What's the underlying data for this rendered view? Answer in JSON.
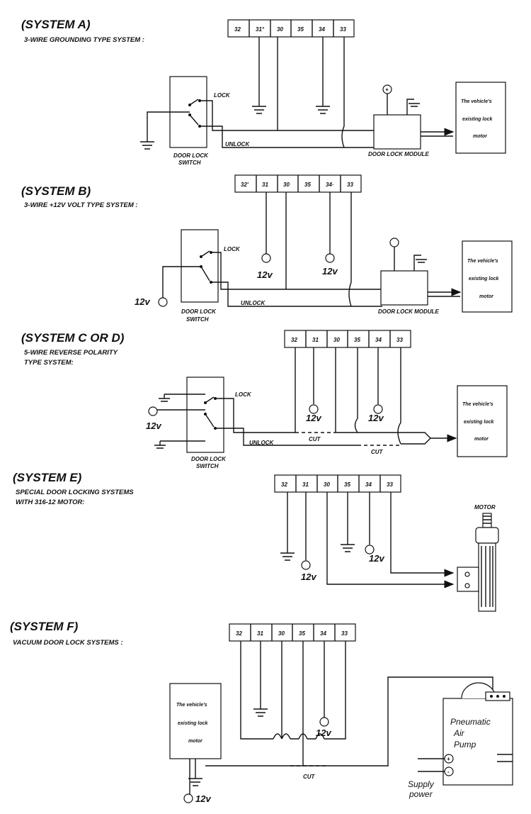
{
  "pins": [
    "32",
    "31",
    "30",
    "35",
    "34",
    "33"
  ],
  "pins_a": [
    "32",
    "31°",
    "30",
    "35",
    "34",
    "33"
  ],
  "pins_b": [
    "32'",
    "31",
    "30",
    "35",
    "34·",
    "33"
  ],
  "labels": {
    "lock": "LOCK",
    "unlock": "UNLOCK",
    "door_lock_switch_1": "DOOR LOCK",
    "door_lock_switch_2": "SWITCH",
    "door_lock_module": "DOOR LOCK MODULE",
    "cut": "CUT",
    "motor": "MOTOR",
    "v12": "12v",
    "vehicle_motor": [
      "The vehicle's",
      "existing lock",
      "motor"
    ],
    "pump": [
      "Pneumatic",
      "Air",
      "Pump"
    ],
    "supply": [
      "Supply",
      "power"
    ],
    "plus": "+",
    "minus": "-"
  },
  "systems": [
    {
      "title": "(SYSTEM A)",
      "subtitle": [
        "3-WIRE GROUNDING TYPE SYSTEM :"
      ]
    },
    {
      "title": "(SYSTEM B)",
      "subtitle": [
        "3-WIRE +12V VOLT TYPE SYSTEM :"
      ]
    },
    {
      "title": "(SYSTEM C OR D)",
      "subtitle": [
        "5-WIRE REVERSE POLARITY",
        "TYPE SYSTEM:"
      ]
    },
    {
      "title": "(SYSTEM E)",
      "subtitle": [
        "SPECIAL DOOR LOCKING SYSTEMS",
        "WITH 316-12 MOTOR:"
      ]
    },
    {
      "title": "(SYSTEM F)",
      "subtitle": [
        "VACUUM DOOR LOCK SYSTEMS :"
      ]
    }
  ]
}
